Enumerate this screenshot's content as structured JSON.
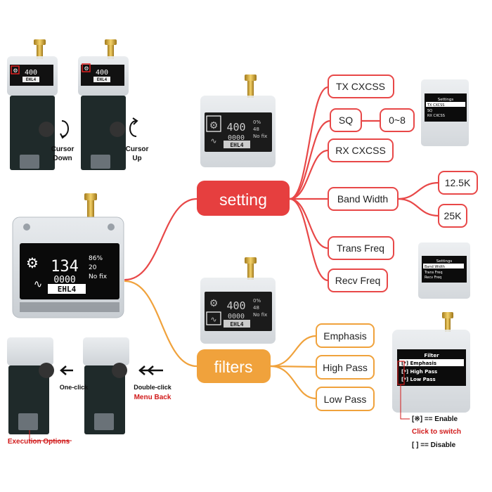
{
  "main_device": {
    "screen": {
      "number": "134",
      "sub_number": "0000",
      "code": "EHL4",
      "battery": "86%",
      "value": "20",
      "status": "No fix"
    }
  },
  "setting_device_screen": {
    "number": "400",
    "sub_number": "0000",
    "code": "EHL4",
    "battery": "0%",
    "value": "48",
    "status": "No fix"
  },
  "filters_device_screen": {
    "number": "400",
    "sub_number": "0000",
    "code": "EHL4",
    "battery": "0%",
    "value": "48",
    "status": "No fix"
  },
  "top_devices": [
    {
      "screen_number": "400",
      "screen_code": "EHL4",
      "caption": "Cursor\nDown"
    },
    {
      "screen_number": "400",
      "screen_code": "EHL4",
      "caption": "Cursor\nUp"
    }
  ],
  "bottom_devices": {
    "one_click": "One-click",
    "double_click": "Double-click",
    "menu_back": "Menu Back",
    "execution_options": "Execution Options"
  },
  "setting": {
    "label": "setting",
    "items": [
      {
        "label": "TX CXCSS"
      },
      {
        "label": "SQ",
        "child": "0~8"
      },
      {
        "label": "RX CXCSS"
      },
      {
        "label": "Band Width",
        "children": [
          "12.5K",
          "25K"
        ]
      },
      {
        "label": "Trans Freq"
      },
      {
        "label": "Recv Freq"
      }
    ],
    "settings_screen_1": {
      "title": "Settings",
      "items": [
        "TX CXCSS",
        "SQ",
        "RX CXCSS"
      ]
    },
    "settings_screen_2": {
      "title": "Settings",
      "items": [
        "Band Width",
        "Trans Freq",
        "Recv Freq"
      ]
    }
  },
  "filters": {
    "label": "filters",
    "items": [
      "Emphasis",
      "High Pass",
      "Low Pass"
    ],
    "filter_screen": {
      "title": "Filter",
      "items": [
        "[*] Emphasis",
        "[*] High Pass",
        "[*] Low Pass"
      ]
    }
  },
  "legend": {
    "enable": "[※] == Enable",
    "click": "Click to switch",
    "disable": "[  ] == Disable"
  },
  "colors": {
    "setting_red": "#e84848",
    "filters_orange": "#f0a23c",
    "highlight_red": "#d11a1a"
  }
}
